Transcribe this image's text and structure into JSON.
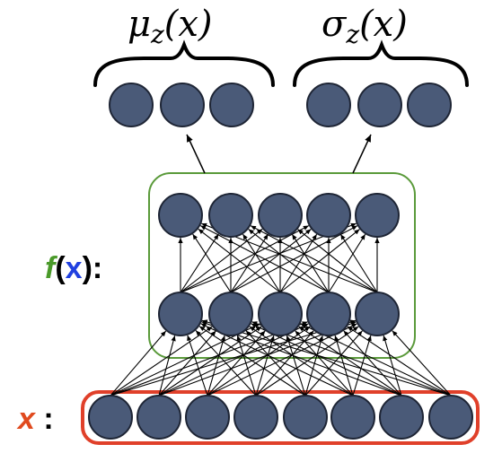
{
  "labels": {
    "mu": {
      "symbol": "μ",
      "subscript": "z",
      "arg": "(x)"
    },
    "sigma": {
      "symbol": "σ",
      "subscript": "z",
      "arg": "(x)"
    },
    "fx": {
      "f": "f",
      "open": "(",
      "x": "x",
      "close": "):"
    },
    "x": {
      "x": "x",
      "colon": " :"
    }
  },
  "network": {
    "output_mu_nodes": 3,
    "output_sigma_nodes": 3,
    "hidden_top_nodes": 5,
    "hidden_bottom_nodes": 5,
    "input_nodes": 8,
    "connections": "fully-connected"
  },
  "colors": {
    "node_fill": "#4a5a78",
    "node_stroke": "#1e2535",
    "fx_box": "#5a9a3a",
    "input_box": "#e0402a",
    "f_letter": "#4a9a2a",
    "x_in_f": "#2040e0",
    "x_label": "#e04a1e",
    "edges": "#000000"
  }
}
